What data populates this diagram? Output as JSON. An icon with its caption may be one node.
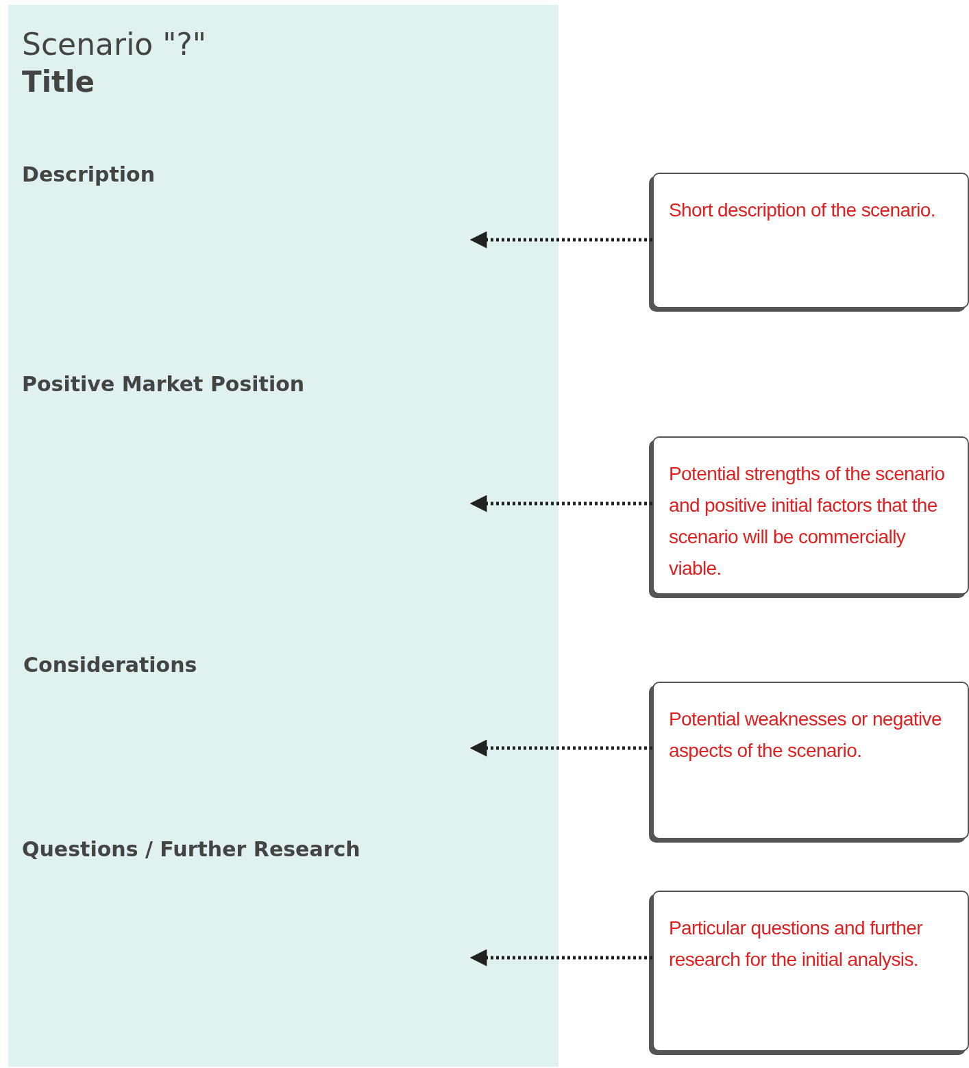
{
  "diagram": {
    "nodes": [
      {
        "text": [
          "Scenario \"?\"",
          "Title",
          "Description",
          "Positive Market Position",
          "Considerations",
          "Questions / Further Research"
        ]
      },
      {
        "text": [
          "Short description of the scenario."
        ]
      },
      {
        "text": [
          "Potential strengths of the scenario and positive initial factors that the scenario will be commercially viable."
        ]
      },
      {
        "text": [
          "Potential weaknesses or negative aspects of the scenario."
        ]
      },
      {
        "text": [
          "Particular questions and further research for the initial analysis."
        ]
      }
    ],
    "edges": [
      {
        "from": 1,
        "to": 0,
        "arrow": "to",
        "style": "dashed"
      },
      {
        "from": 2,
        "to": 0,
        "arrow": "to",
        "style": "dashed"
      },
      {
        "from": 3,
        "to": 0,
        "arrow": "to",
        "style": "dashed"
      },
      {
        "from": 4,
        "to": 0,
        "arrow": "to",
        "style": "dashed"
      }
    ]
  }
}
